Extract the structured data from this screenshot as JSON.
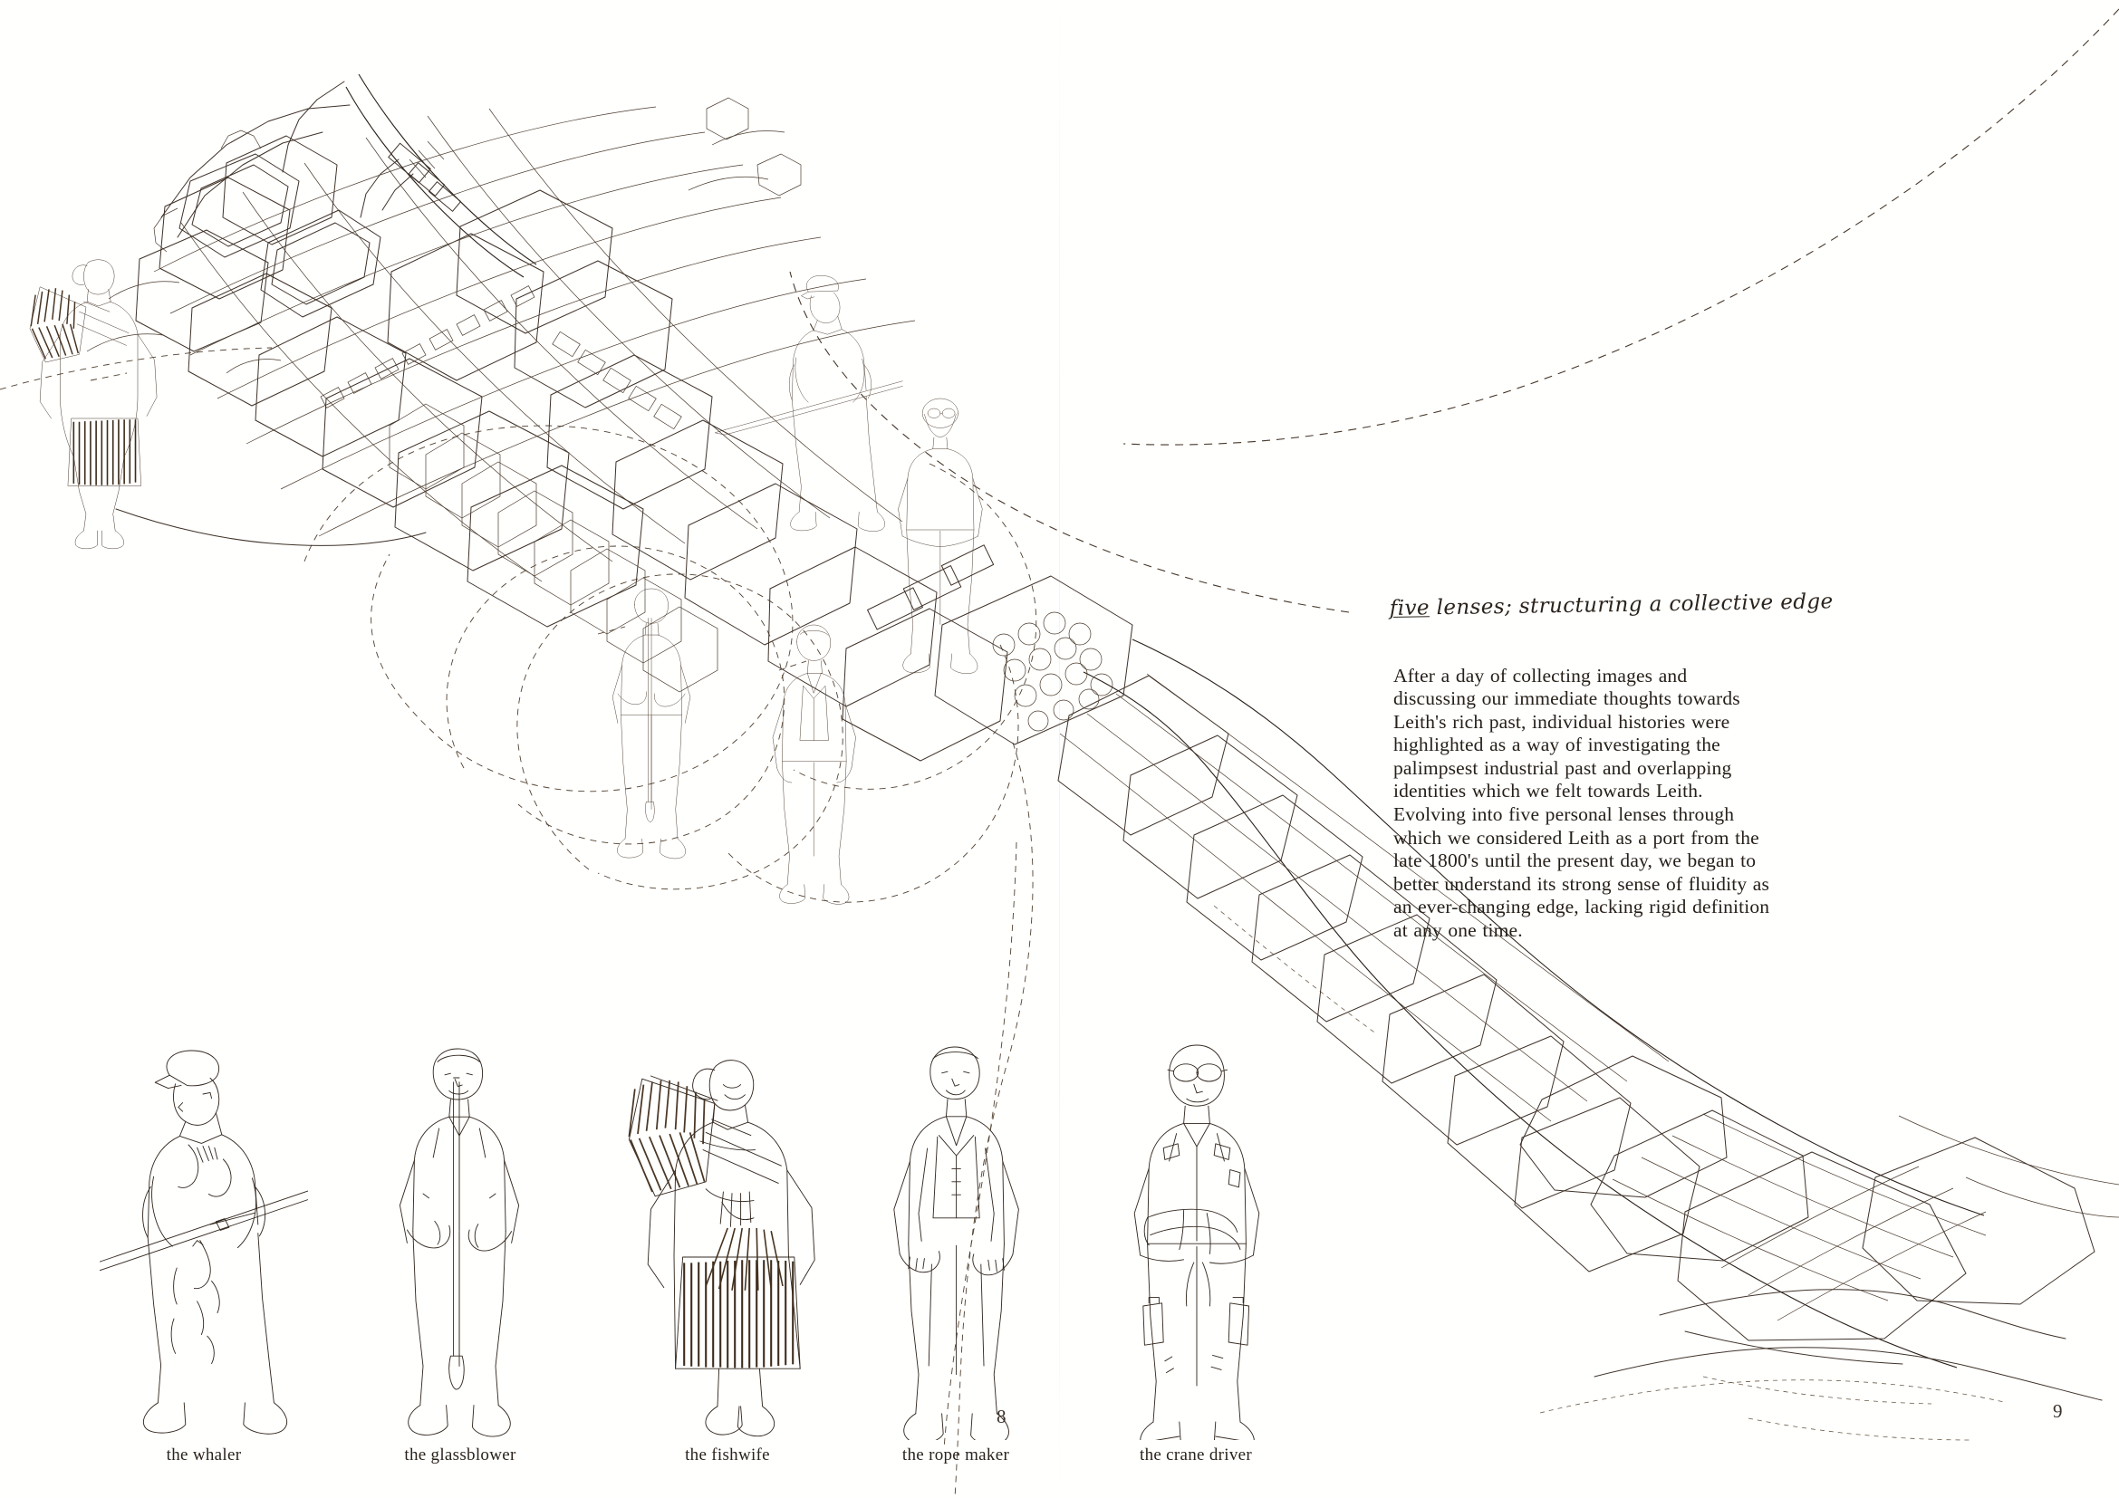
{
  "document": {
    "type": "architectural-portfolio-spread",
    "paper_color": "#ffffff",
    "ink_color": "#3f3228",
    "left_page_number": "8",
    "right_page_number": "9"
  },
  "heading": {
    "underlined_word": "five",
    "rest": " lenses; structuring a collective edge",
    "full": "five lenses; structuring a collective edge"
  },
  "body": {
    "paragraph": "After a day of collecting images and discussing our immediate thoughts towards Leith's rich past, individual histories were highlighted as a way of investigating the palimpsest industrial past and overlapping identities which we felt towards Leith. Evolving into five personal lenses through which we considered Leith as a port from the late 1800's until the present day, we began to better understand its strong sense of fluidity as an ever-changing edge, lacking rigid definition at any one time."
  },
  "figures": [
    {
      "id": "whaler",
      "caption": "the whaler",
      "attributes": "flat cap, harpoon held across body, worn trousers"
    },
    {
      "id": "glassblower",
      "caption": "the glassblower",
      "attributes": "shirt sleeves, long blowpipe held vertically"
    },
    {
      "id": "fishwife",
      "caption": "the fishwife",
      "attributes": "wicker creel basket on back, headscarf, striped skirt"
    },
    {
      "id": "ropemaker",
      "caption": "the rope maker",
      "attributes": "three-piece suit, waistcoat, hands at sides"
    },
    {
      "id": "cranedriver",
      "caption": "the crane driver",
      "attributes": "glasses, arms crossed, cargo trousers, work boots"
    }
  ],
  "map": {
    "subject": "Leith, Edinburgh — port and coastal edge",
    "style": "sepia line drawing, aerial axonometric plan",
    "elements": [
      "harbour basins and piers",
      "dense terraced street grids",
      "dock warehouses and cylindrical tanks",
      "shoreline and water edge",
      "dashed lens-radius arcs"
    ],
    "embedded_figures": [
      "fishwife",
      "whaler",
      "crane driver",
      "glassblower",
      "rope maker"
    ]
  },
  "colors": {
    "ink": "#3f3228",
    "ink_dark": "#2a2018",
    "ink_light": "#6a5a45",
    "paper": "#ffffff"
  }
}
